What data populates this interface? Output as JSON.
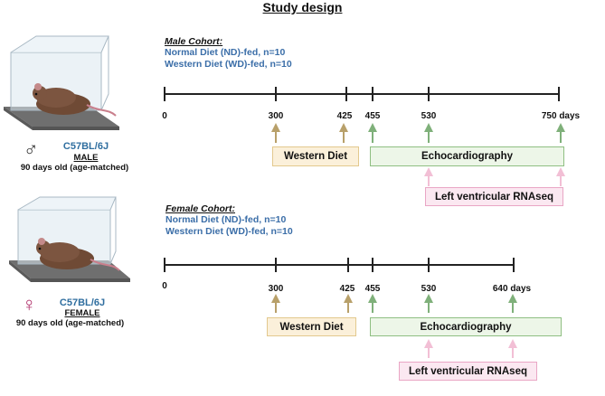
{
  "title": "Study design",
  "male": {
    "cohort_title": "Male Cohort:",
    "cohort_lines": [
      "Normal Diet (ND)-fed, n=10",
      "Western Diet (WD)-fed, n=10"
    ],
    "symbol": "♂",
    "strain": "C57BL/6J",
    "sex_label": "MALE",
    "age": "90 days old (age-matched)",
    "ticks": [
      "0",
      "300",
      "425",
      "455",
      "530",
      "750 days"
    ],
    "boxes": {
      "western_diet": "Western Diet",
      "echo": "Echocardiography",
      "rnaseq": "Left ventricular RNAseq"
    }
  },
  "female": {
    "cohort_title": "Female Cohort:",
    "cohort_lines": [
      "Normal Diet (ND)-fed, n=10",
      "Western Diet (WD)-fed, n=10"
    ],
    "symbol": "♀",
    "strain": "C57BL/6J",
    "sex_label": "FEMALE",
    "age": "90 days old (age-matched)",
    "ticks": [
      "0",
      "300",
      "425",
      "455",
      "530",
      "640 days"
    ],
    "boxes": {
      "western_diet": "Western Diet",
      "echo": "Echocardiography",
      "rnaseq": "Left ventricular RNAseq"
    }
  },
  "colors": {
    "western_diet_arrow": "#b8a06a",
    "echo_arrow": "#7fb07a",
    "rnaseq_arrow": "#f2bfd5",
    "strain_text": "#2f6e9f",
    "cohort_text": "#3b6ea8",
    "male_symbol": "#333333",
    "female_symbol": "#b0306b"
  }
}
